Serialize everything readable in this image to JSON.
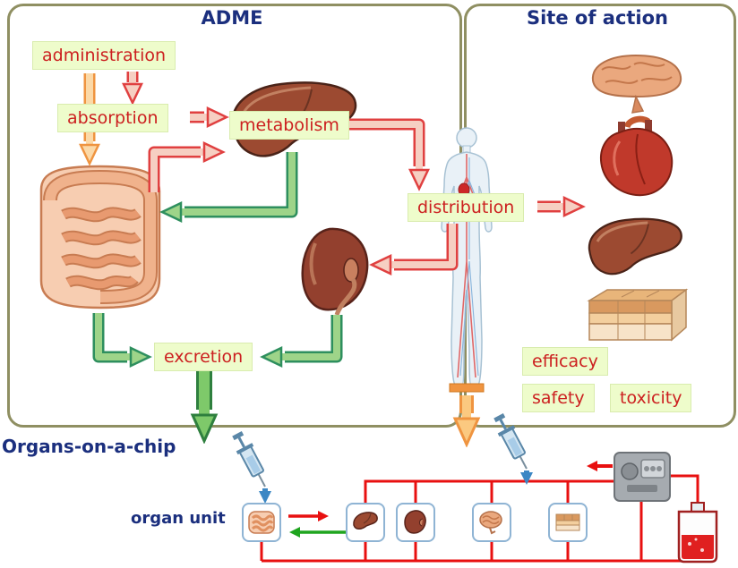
{
  "adme_panel": {
    "title": "ADME",
    "labels": {
      "administration": "administration",
      "absorption": "absorption",
      "metabolism": "metabolism",
      "distribution": "distribution",
      "excretion": "excretion"
    }
  },
  "site_panel": {
    "title": "Site of action",
    "labels": {
      "efficacy": "efficacy",
      "safety": "safety",
      "toxicity": "toxicity"
    }
  },
  "chip_section": {
    "title": "Organs-on-a-chip",
    "organ_unit_label": "organ unit",
    "organ_units": [
      "intestine",
      "liver",
      "kidney",
      "brain",
      "skin"
    ]
  },
  "illustrations": [
    "intestine",
    "liver",
    "kidney",
    "brain",
    "heart",
    "skin",
    "human-body",
    "syringe",
    "pump",
    "reservoir-bottle"
  ],
  "colors": {
    "title_text": "#1b2f7e",
    "label_text": "#cc2020",
    "label_background": "#eefccb",
    "panel_border": "#8f8f62",
    "arrow_red_border": "#e04040",
    "arrow_pink_fill": "#f6cfc2",
    "arrow_green_border": "#2e8f5e",
    "arrow_green_fill": "#9ed489",
    "arrow_orange": "#ef9440",
    "tube_red": "#e81010",
    "syringe_blue": "#3c87c4"
  }
}
